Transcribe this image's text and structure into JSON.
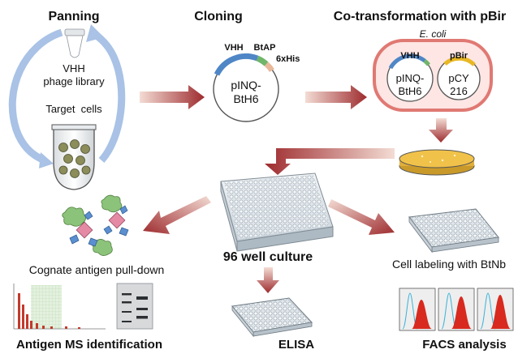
{
  "headings": {
    "panning": "Panning",
    "cloning": "Cloning",
    "cotransformation": "Co-transformation with pBir"
  },
  "panning": {
    "library_line1": "VHH",
    "library_line2": "phage library",
    "target_cells": "Target  cells"
  },
  "cloning": {
    "vhh": "VHH",
    "btap": "BtAP",
    "his": "6xHis",
    "plasmid_line1": "pINQ-",
    "plasmid_line2": "BtH6"
  },
  "ecoli": {
    "organism": "E. coli",
    "vhh": "VHH",
    "pbir": "pBir",
    "plasmid1_line1": "pINQ-",
    "plasmid1_line2": "BtH6",
    "plasmid2_line1": "pCY",
    "plasmid2_line2": "216"
  },
  "culture": {
    "label": "96 well culture"
  },
  "outputs": {
    "pulldown": "Cognate antigen pull-down",
    "ms": "Antigen MS identification",
    "elisa": "ELISA",
    "cell_labeling": "Cell labeling with BtNb",
    "facs": "FACS analysis"
  },
  "colors": {
    "arrow_dark": "#9e2b2e",
    "arrow_light": "#f1d8d0",
    "cycle_arrow": "#a9c2e6",
    "vhh_segment": "#4f86c6",
    "btap_segment": "#6fb56a",
    "his_segment": "#e9b89a",
    "pbir_segment": "#e8b723",
    "ecoli_fill": "#fde6e4",
    "ecoli_border": "#e07973",
    "petri_agar": "#f1c24a",
    "bar_red": "#c23a2b",
    "facs_red": "#d82a1e",
    "facs_cyan": "#3bb3d9"
  }
}
